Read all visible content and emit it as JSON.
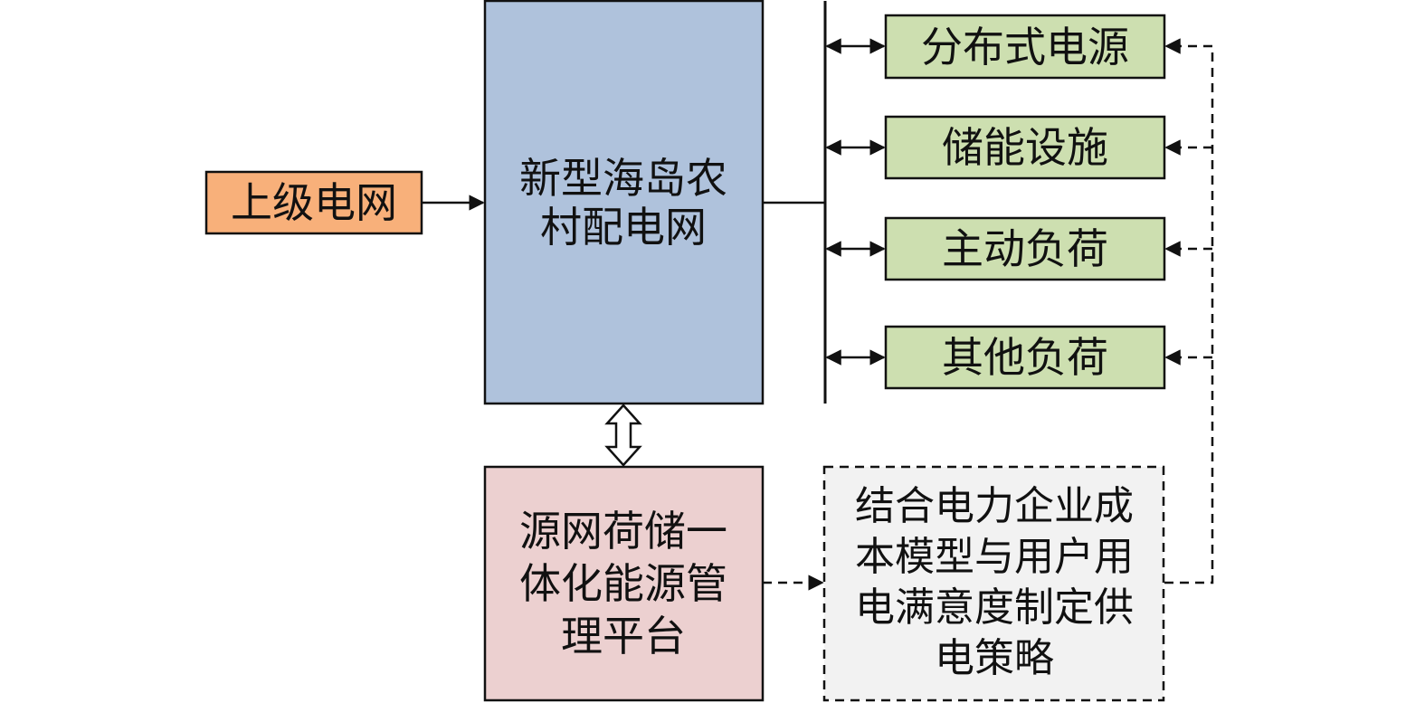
{
  "colors": {
    "upper_grid": "#f8b07a",
    "distribution_grid": "#afc2dc",
    "platform": "#ecd0d0",
    "resource": "#cddfb0",
    "strategy": "#f2f2f2",
    "stroke": "#111111"
  },
  "nodes": {
    "upper_grid": {
      "lines": [
        "上级电网"
      ]
    },
    "distribution_grid": {
      "lines": [
        "新型海岛农",
        "村配电网"
      ]
    },
    "distributed_power": {
      "lines": [
        "分布式电源"
      ]
    },
    "energy_storage": {
      "lines": [
        "储能设施"
      ]
    },
    "active_load": {
      "lines": [
        "主动负荷"
      ]
    },
    "other_load": {
      "lines": [
        "其他负荷"
      ]
    },
    "platform": {
      "lines": [
        "源网荷储一",
        "体化能源管",
        "理平台"
      ]
    },
    "strategy": {
      "lines": [
        "结合电力企业成",
        "本模型与用户用",
        "电满意度制定供",
        "电策略"
      ]
    }
  }
}
